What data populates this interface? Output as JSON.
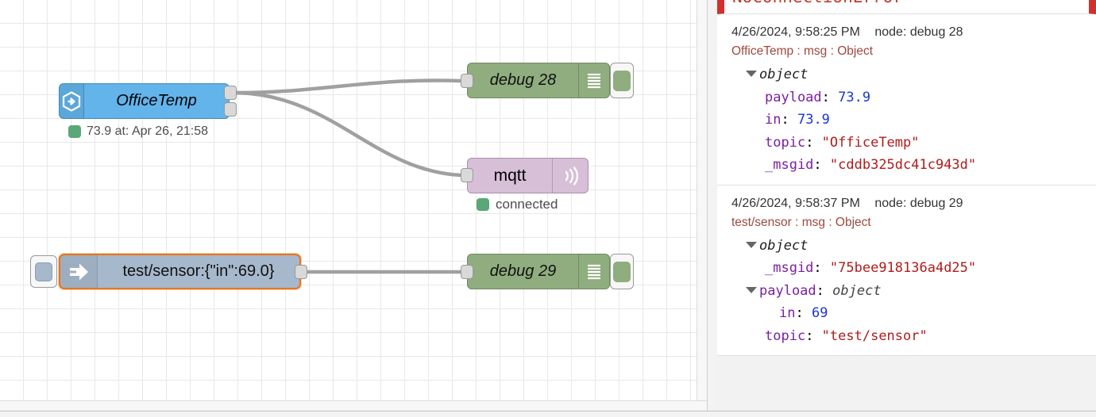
{
  "workspace": {
    "nodes": [
      {
        "id": "officetemp",
        "type": "mqtt-in",
        "label": "OfficeTemp",
        "icon": "hexagon-arrow-icon",
        "color": "#62b4eb",
        "status": "73.9 at: Apr 26, 21:58",
        "status_color": "#5aa778"
      },
      {
        "id": "debug28",
        "type": "debug",
        "label": "debug 28",
        "icon": "debug-lines-icon",
        "color": "#8fad7e"
      },
      {
        "id": "mqtt",
        "type": "mqtt-out",
        "label": "mqtt",
        "icon": "mqtt-wifi-icon",
        "color": "#d8bfd8",
        "status": "connected",
        "status_color": "#5aa778"
      },
      {
        "id": "inject",
        "type": "inject",
        "label": "test/sensor:{\"in\":69.0}",
        "icon": "inject-arrow-icon",
        "color": "#a6b8cc",
        "selected": true,
        "selection_color": "#e8741c"
      },
      {
        "id": "debug29",
        "type": "debug",
        "label": "debug 29",
        "icon": "debug-lines-icon",
        "color": "#8fad7e"
      }
    ]
  },
  "debug_panel": {
    "error": {
      "title": "NoConnectionError",
      "bar_color": "#d32f2f"
    },
    "messages": [
      {
        "timestamp": "4/26/2024, 9:58:25 PM",
        "node": "node: debug 28",
        "topic_line": "OfficeTemp : msg : Object",
        "root_label": "object",
        "rows": [
          {
            "indent": 2,
            "key": "payload",
            "sep": ": ",
            "value": "73.9",
            "value_type": "number"
          },
          {
            "indent": 2,
            "key": "in",
            "sep": ": ",
            "value": "73.9",
            "value_type": "number"
          },
          {
            "indent": 2,
            "key": "topic",
            "sep": ": ",
            "value": "\"OfficeTemp\"",
            "value_type": "string"
          },
          {
            "indent": 2,
            "key": "_msgid",
            "sep": ": ",
            "value": "\"cddb325dc41c943d\"",
            "value_type": "string"
          }
        ]
      },
      {
        "timestamp": "4/26/2024, 9:58:37 PM",
        "node": "node: debug 29",
        "topic_line": "test/sensor : msg : Object",
        "root_label": "object",
        "rows": [
          {
            "indent": 2,
            "key": "_msgid",
            "sep": ": ",
            "value": "\"75bee918136a4d25\"",
            "value_type": "string"
          },
          {
            "indent": 1,
            "key": "payload",
            "sep": ": ",
            "value": "object",
            "value_type": "object",
            "expandable": true
          },
          {
            "indent": 3,
            "key": "in",
            "sep": ": ",
            "value": "69",
            "value_type": "number"
          },
          {
            "indent": 2,
            "key": "topic",
            "sep": ": ",
            "value": "\"test/sensor\"",
            "value_type": "string"
          }
        ]
      }
    ]
  }
}
